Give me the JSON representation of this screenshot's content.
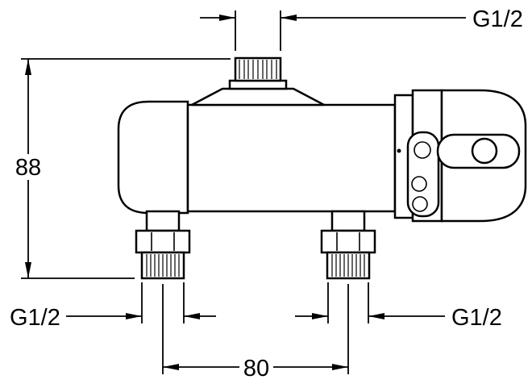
{
  "drawing": {
    "background": "#ffffff",
    "line_color": "#000000",
    "labels": {
      "top_thread": "G1/2",
      "height": "88",
      "bottom_left_thread": "G1/2",
      "bottom_right_thread": "G1/2",
      "bottom_spacing": "80"
    }
  }
}
